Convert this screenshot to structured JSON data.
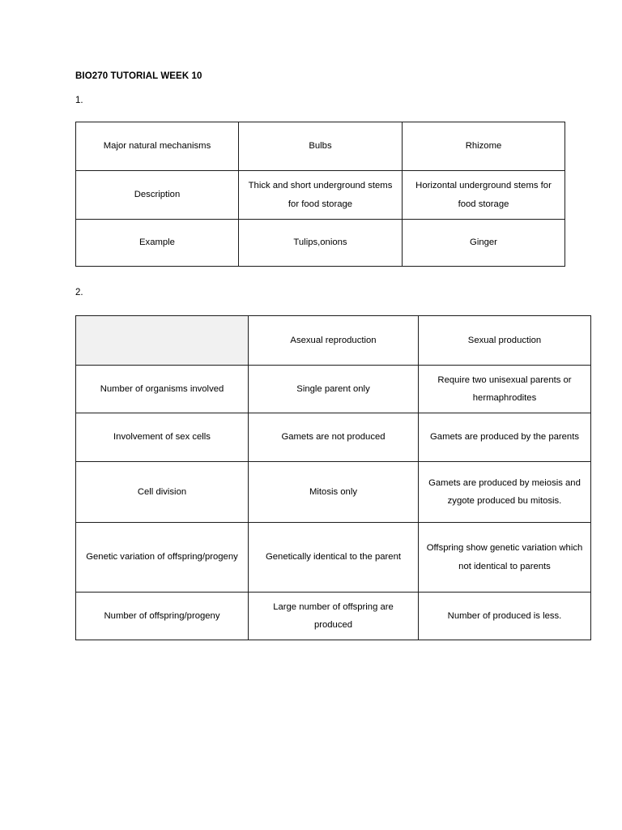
{
  "document": {
    "title": "BIO270 TUTORIAL WEEK 10",
    "question_1_label": "1.",
    "question_2_label": "2.",
    "background_color": "#ffffff",
    "text_color": "#000000",
    "table_border_color": "#1c1c1c",
    "shaded_cell_color": "#f1f1f1"
  },
  "table_1": {
    "name": "vegetative-propagation-table",
    "rows": [
      [
        "Major natural mechanisms",
        "Bulbs",
        "Rhizome"
      ],
      [
        "Description",
        "Thick and short underground stems for food storage",
        "Horizontal underground stems for food storage"
      ],
      [
        "Example",
        "Tulips,onions",
        "Ginger"
      ]
    ]
  },
  "table_2": {
    "name": "asexual-vs-sexual-reproduction-table",
    "rows": [
      [
        "",
        "Asexual reproduction",
        "Sexual production"
      ],
      [
        "Number of organisms involved",
        "Single parent only",
        "Require two unisexual parents or hermaphrodites"
      ],
      [
        "Involvement of sex cells",
        "Gamets are not produced",
        "Gamets are produced by the parents"
      ],
      [
        "Cell division",
        "Mitosis only",
        "Gamets are produced by meiosis and zygote produced bu mitosis."
      ],
      [
        "Genetic variation of offspring/progeny",
        "Genetically identical to the parent",
        "Offspring show genetic variation which not identical to parents"
      ],
      [
        "Number of offspring/progeny",
        "Large number of offspring are produced",
        "Number of produced is less."
      ]
    ]
  }
}
